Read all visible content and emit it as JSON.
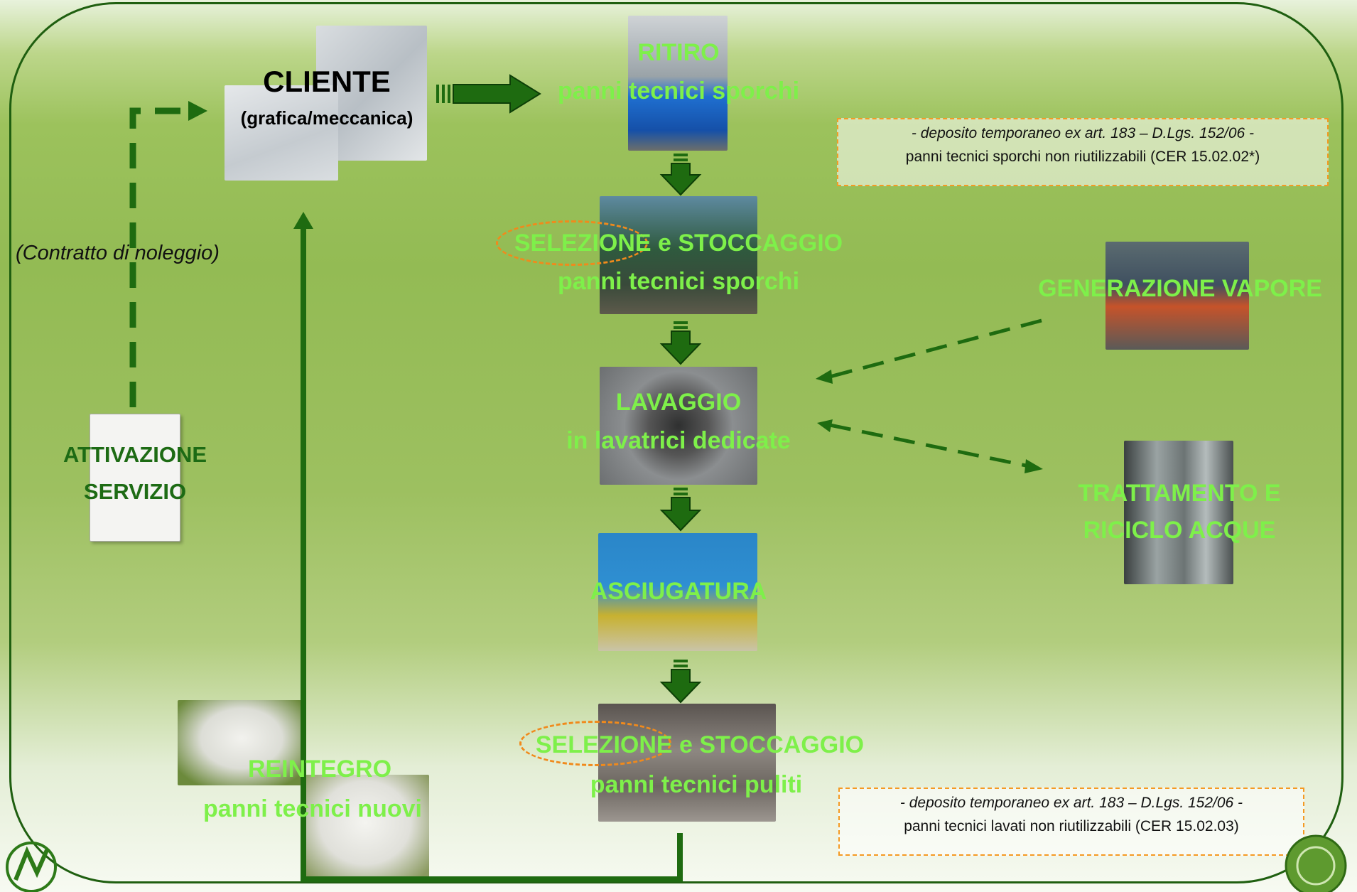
{
  "diagram": {
    "client": {
      "title": "CLIENTE",
      "subtitle": "(grafica/meccanica)"
    },
    "contract_label": "(Contratto di noleggio)",
    "activation": {
      "line1": "ATTIVAZIONE",
      "line2": "SERVIZIO"
    },
    "steps": {
      "ritiro": {
        "line1": "RITIRO",
        "line2": "panni tecnici sporchi"
      },
      "selezione_sporchi": {
        "line1": "SELEZIONE e STOCCAGGIO",
        "line2": "panni tecnici sporchi"
      },
      "lavaggio": {
        "line1": "LAVAGGIO",
        "line2": "in lavatrici dedicate"
      },
      "asciugatura": {
        "line1": "ASCIUGATURA"
      },
      "selezione_puliti": {
        "line1": "SELEZIONE e STOCCAGGIO",
        "line2": "panni tecnici puliti"
      },
      "reintegro": {
        "line1": "REINTEGRO",
        "line2": "panni tecnici nuovi"
      }
    },
    "side": {
      "vapore": "GENERAZIONE VAPORE",
      "acque": {
        "line1": "TRATTAMENTO E",
        "line2": "RICICLO ACQUE"
      }
    },
    "notes": {
      "top": {
        "line1": "- deposito temporaneo ex art. 183 – D.Lgs. 152/06 -",
        "line2": "panni tecnici sporchi non riutilizzabili (CER 15.02.02*)"
      },
      "bottom": {
        "line1": "- deposito temporaneo ex art. 183 – D.Lgs. 152/06 -",
        "line2": "panni tecnici lavati non riutilizzabili (CER 15.02.03)"
      }
    }
  },
  "colors": {
    "flow": "#1e6b10",
    "label": "#7ef04a",
    "note_border": "#f59a23",
    "frame": "#1f5f10"
  }
}
